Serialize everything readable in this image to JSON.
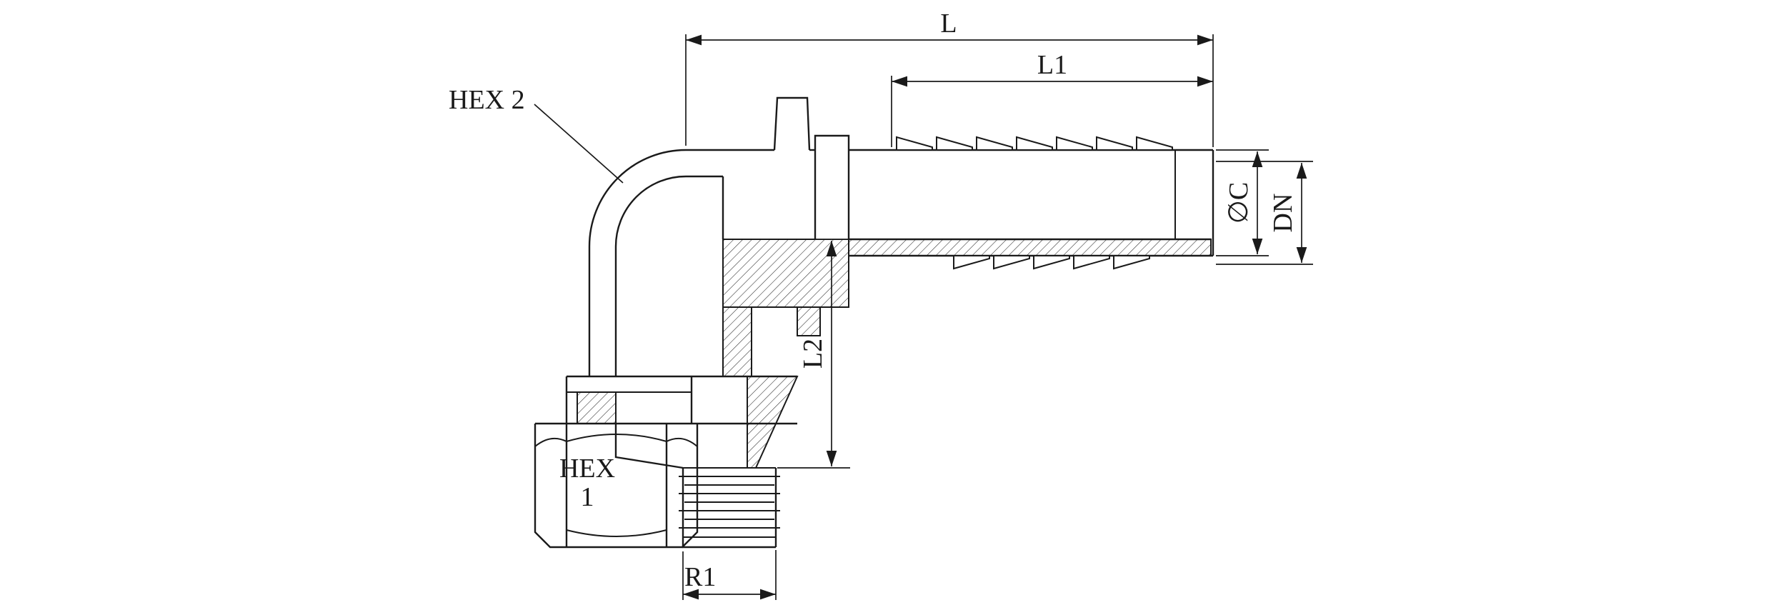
{
  "drawing": {
    "type": "technical-drawing",
    "subject": "90-degree elbow hose fitting, half section",
    "background": "#ffffff",
    "line_color": "#1a1a1a",
    "hatch_color": "#2a2a2a",
    "labels": {
      "length_total": "L",
      "length_tail": "L1",
      "length_leg": "L2",
      "hex2": "HEX 2",
      "hex1_line1": "HEX",
      "hex1_line2": "1",
      "thread_radius": "R1",
      "diameter_c": "∅C",
      "nominal_bore": "DN"
    }
  }
}
